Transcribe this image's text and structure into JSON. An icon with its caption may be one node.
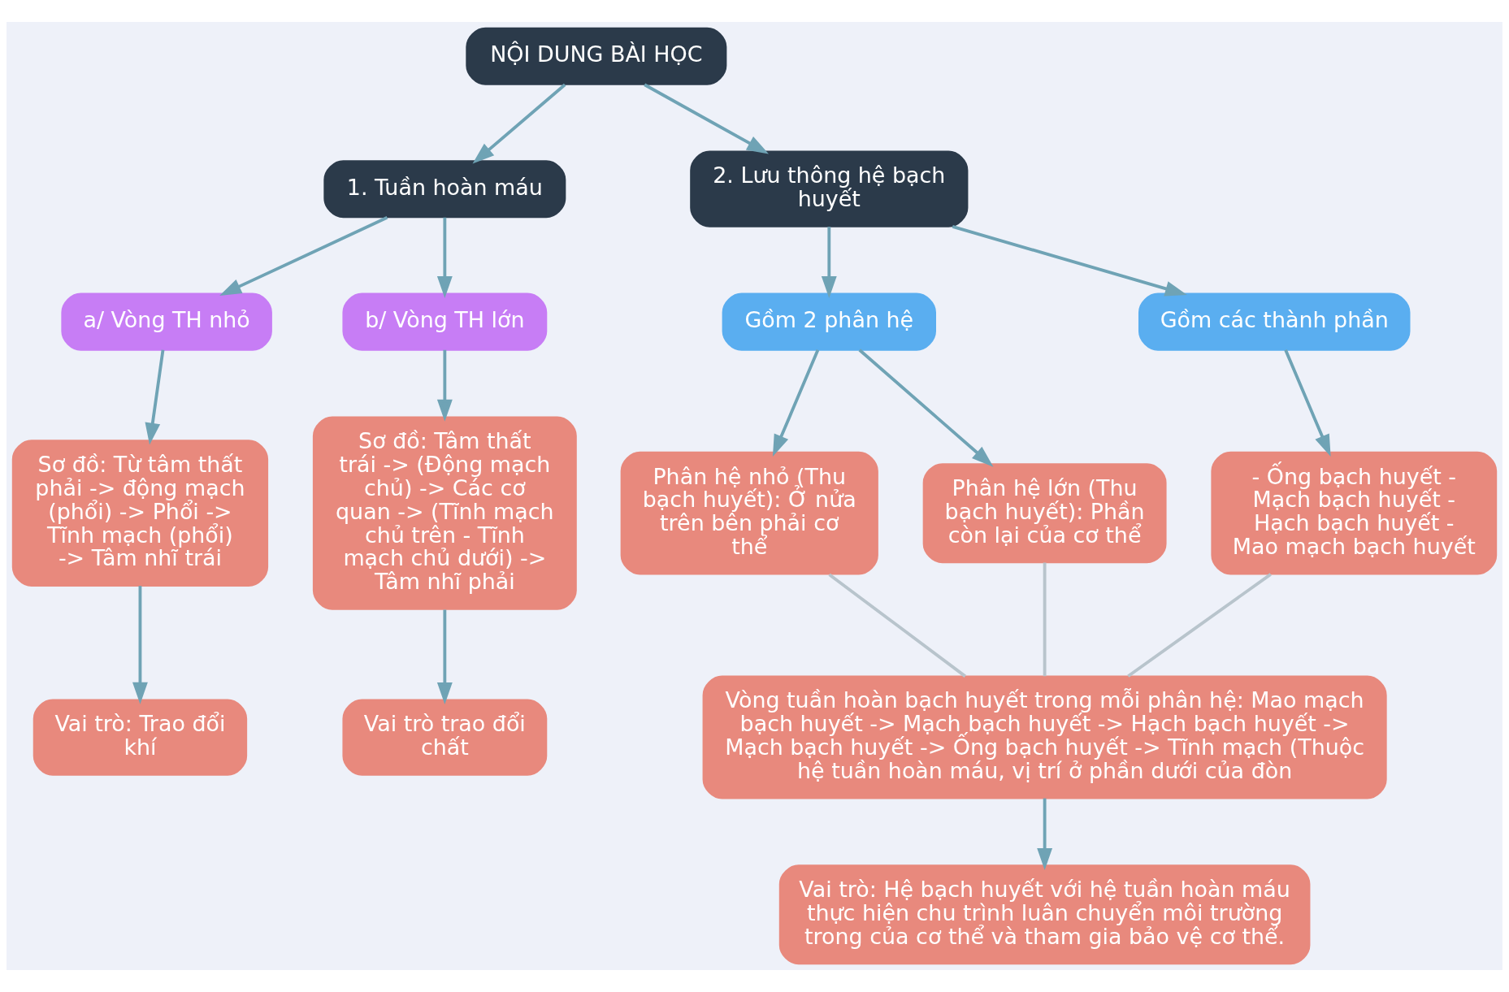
{
  "diagram": {
    "nodes": [
      {
        "text": [
          "NỘI DUNG BÀI HỌC"
        ]
      },
      {
        "text": [
          "1. Tuần hoàn máu"
        ]
      },
      {
        "text": [
          "2. Lưu thông hệ bạch huyết"
        ]
      },
      {
        "text": [
          "a/ Vòng TH nhỏ"
        ]
      },
      {
        "text": [
          "b/ Vòng TH lớn"
        ]
      },
      {
        "text": [
          "Gồm 2 phân hệ"
        ]
      },
      {
        "text": [
          "Gồm các thành phần"
        ]
      },
      {
        "text": [
          "Sơ đồ: Từ tâm thất phải -> động mạch (phổi) -> Phổi -> Tĩnh mạch (phổi) -> Tâm nhĩ trái"
        ]
      },
      {
        "text": [
          "Sơ đồ: Tâm thất trái -> (Động mạch chủ) -> Các cơ quan -> (Tĩnh mạch chủ trên - Tĩnh mạch chủ dưới) -> Tâm nhĩ phải"
        ]
      },
      {
        "text": [
          "Phân hệ nhỏ (Thu bạch huyết): Ở nửa trên bên phải cơ thể"
        ]
      },
      {
        "text": [
          "Phân hệ lớn (Thu bạch huyết): Phần còn lại của cơ thể"
        ]
      },
      {
        "text": [
          "- Ống bạch huyết - Mạch bạch huyết - Hạch bạch huyết - Mao mạch bạch huyết"
        ]
      },
      {
        "text": [
          "Vai trò: Trao đổi khí"
        ]
      },
      {
        "text": [
          "Vai trò trao đổi chất"
        ]
      },
      {
        "text": [
          "Vòng tuần hoàn bạch huyết trong mỗi phân hệ: Mao mạch bạch huyết -> Mạch bạch huyết -> Hạch bạch huyết -> Mạch bạch huyết -> Ống bạch huyết -> Tĩnh mạch (Thuộc hệ tuần hoàn máu, vị trí ở phần dưới của đòn"
        ]
      },
      {
        "text": [
          "Vai trò: Hệ bạch huyết với hệ tuần hoàn máu thực hiện chu trình luân chuyển môi trường trong của cơ thể và tham gia bảo vệ cơ thể."
        ]
      }
    ],
    "edges": [
      {
        "from": 0,
        "to": 1,
        "arrow": "to"
      },
      {
        "from": 0,
        "to": 2,
        "arrow": "to"
      },
      {
        "from": 1,
        "to": 3,
        "arrow": "to"
      },
      {
        "from": 1,
        "to": 4,
        "arrow": "to"
      },
      {
        "from": 2,
        "to": 5,
        "arrow": "to"
      },
      {
        "from": 2,
        "to": 6,
        "arrow": "to"
      },
      {
        "from": 3,
        "to": 7,
        "arrow": "to"
      },
      {
        "from": 4,
        "to": 8,
        "arrow": "to"
      },
      {
        "from": 5,
        "to": 9,
        "arrow": "to"
      },
      {
        "from": 5,
        "to": 10,
        "arrow": "to"
      },
      {
        "from": 6,
        "to": 11,
        "arrow": "to"
      },
      {
        "from": 7,
        "to": 12,
        "arrow": "to"
      },
      {
        "from": 8,
        "to": 13,
        "arrow": "to"
      },
      {
        "from": 9,
        "to": 14,
        "arrow": "none",
        "color": "#b8c4cc"
      },
      {
        "from": 10,
        "to": 14,
        "arrow": "none",
        "color": "#b8c4cc"
      },
      {
        "from": 11,
        "to": 14,
        "arrow": "none",
        "color": "#b8c4cc"
      },
      {
        "from": 14,
        "to": 15,
        "arrow": "to"
      }
    ]
  }
}
